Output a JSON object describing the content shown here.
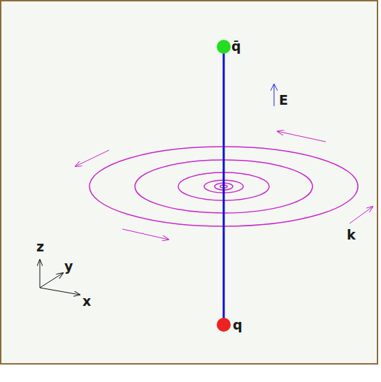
{
  "diagram": {
    "labels": [
      "q̄",
      "E",
      "k",
      "z",
      "y",
      "x",
      "q"
    ]
  }
}
